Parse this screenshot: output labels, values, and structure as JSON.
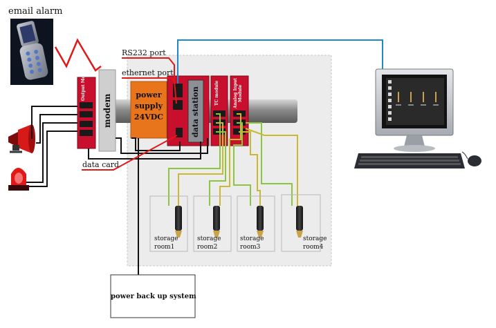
{
  "labels": {
    "email_alarm": "email alarm",
    "rs232_port": "RS232 port",
    "ethernet_port": "ethernet port",
    "modem": "modem",
    "power_supply_line1": "power",
    "power_supply_line2": "supply",
    "power_supply_line3": "24VDC",
    "data_station": "data station",
    "output_module": "Output Module",
    "tc_module": "TC module",
    "analog_input_module": "Analog Input Module",
    "data_card": "data card",
    "power_backup": "power back up system"
  },
  "storage_rooms": [
    {
      "line1": "storage",
      "line2": "room1"
    },
    {
      "line1": "storage",
      "line2": "room2"
    },
    {
      "line1": "storage",
      "line2": "room3"
    },
    {
      "line1": "storage",
      "line2": "room4"
    }
  ],
  "colors": {
    "module_red": "#c8102e",
    "power_orange": "#e8741c",
    "wire_green": "#8cc63f",
    "wire_yellow": "#c9b830",
    "rs232_blue": "#1e88c8",
    "alarm_red": "#e01818",
    "enclosure_gray": "#ececec"
  }
}
